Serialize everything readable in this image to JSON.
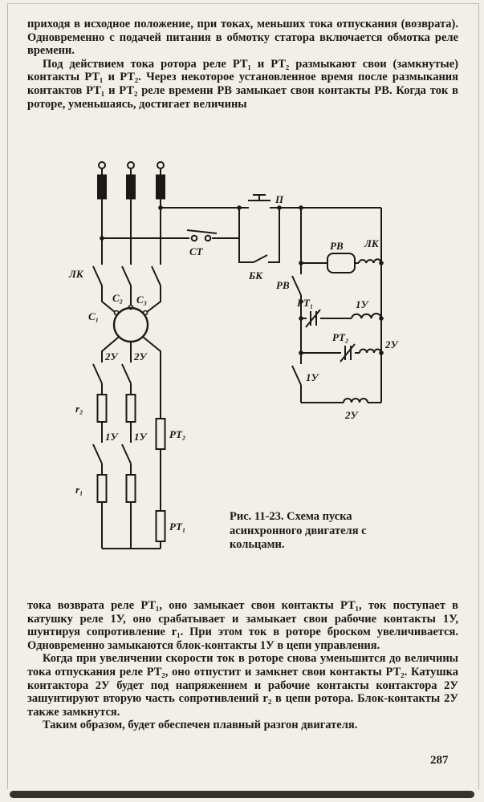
{
  "page": {
    "number": "287"
  },
  "text": {
    "para1": "приходя в исходное положение, при токах, меньших тока отпускания (возврата). Одновременно с подачей питания в обмотку статора включается обмотка реле времени.",
    "para2": "Под действием тока ротора реле РТ₁ и РТ₂ размыкают свои (замкнутые) контакты РТ₁ и РТ₂. Через некоторое установленное время после размыкания контактов РТ₁ и РТ₂ реле времени РВ замыкает свои контакты РВ. Когда ток в роторе, уменьшаясь, достигает величины",
    "para3": "тока возврата реле РТ₁, оно замыкает свои контакты РТ₁, ток поступает в катушку реле 1У, оно срабатывает и замыкает свои рабочие контакты 1У, шунтируя сопротивление r₁. При этом ток в роторе броском увеличивается. Одновременно замыкаются блок-контакты 1У в цепи управления.",
    "para4": "Когда при увеличении скорости ток в роторе снова уменьшится до величины тока отпускания реле РТ₂, оно отпустит и замкнет свои контакты РТ₂. Катушка контактора 2У будет под напряжением и рабочие контакты контактора 2У зашунтируют вторую часть сопротивлений r₂ в цепи ротора. Блок-контакты 2У также замкнутся.",
    "para5": "Таким образом, будет обеспечен плавный разгон двигателя."
  },
  "figure": {
    "caption": "Рис. 11-23. Схема пуска асинхронного двигателя с кольцами.",
    "labels": {
      "lk_main": "ЛК",
      "c1": "С₁",
      "c2": "С₂",
      "c3": "С₃",
      "st": "СТ",
      "p": "П",
      "bk": "БК",
      "rv_coil": "РВ",
      "lk_coil": "ЛК",
      "rv_contact": "РВ",
      "rt1_contact": "РТ₁",
      "u1_coil": "1У",
      "rt2_contact": "РТ₂",
      "u2_coil": "2У",
      "u1_block": "1У",
      "u2_bottom": "2У",
      "rotor_u2_a": "2У",
      "rotor_u2_b": "2У",
      "r2": "r₂",
      "rotor_rt2": "РТ₂",
      "rotor_u1_a": "1У",
      "rotor_u1_b": "1У",
      "r1": "r₁",
      "rotor_rt1": "РТ₁"
    }
  }
}
